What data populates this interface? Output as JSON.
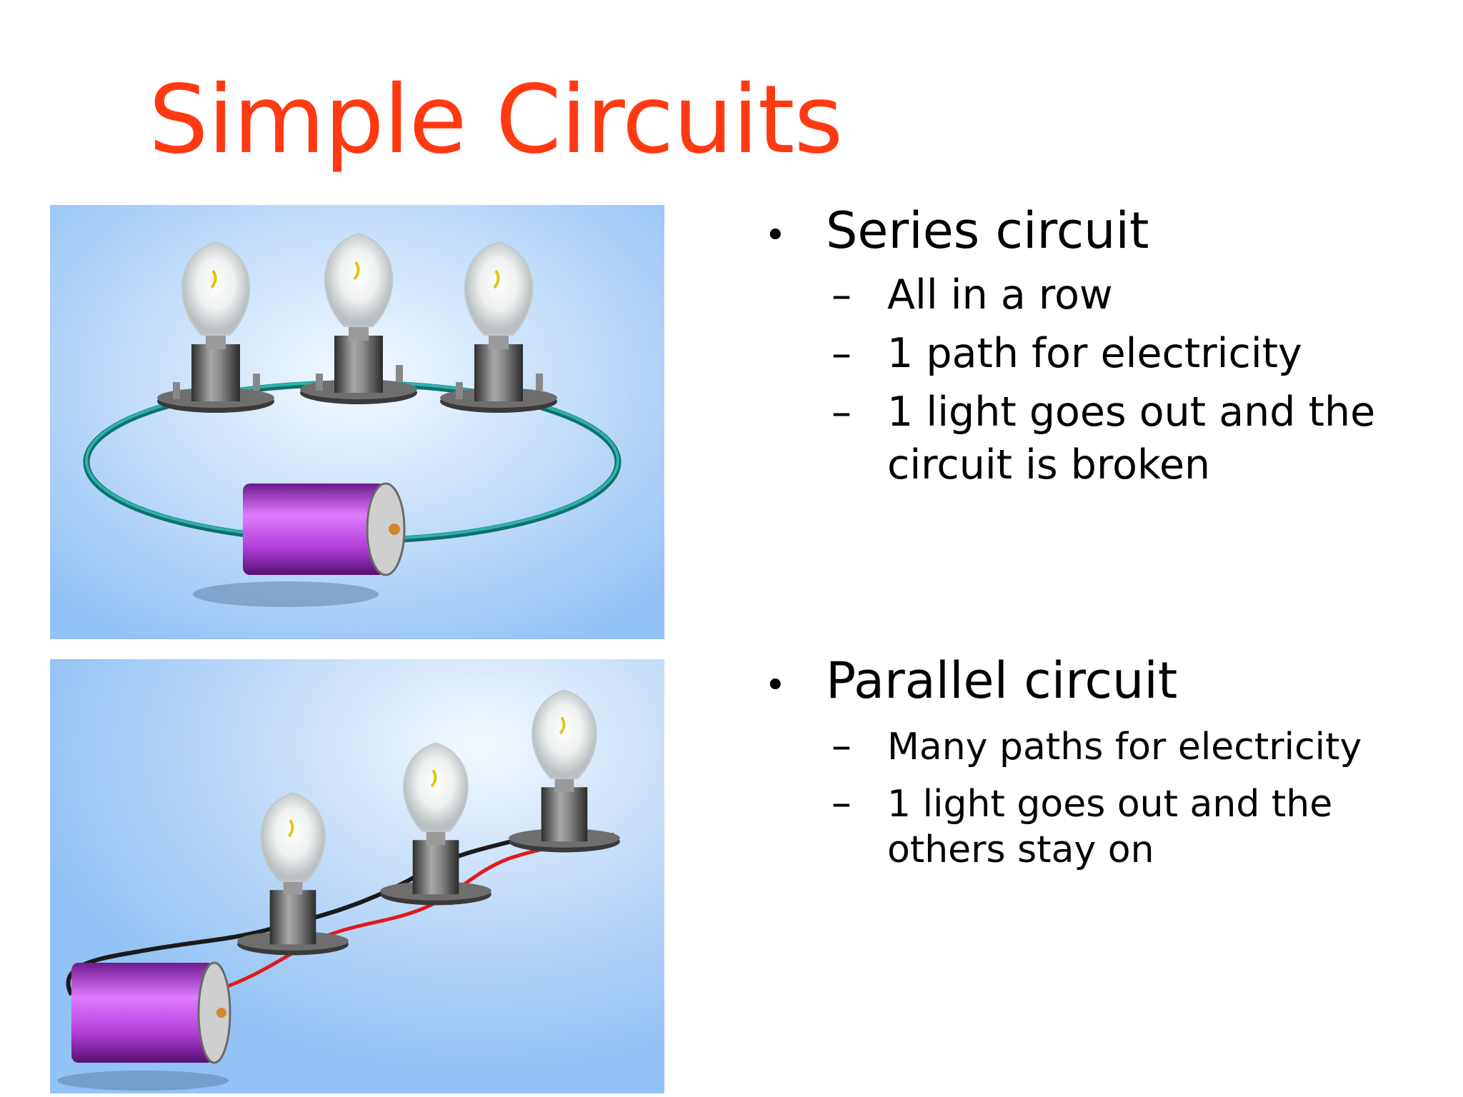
{
  "slide": {
    "title": "Simple Circuits",
    "colors": {
      "title": "#ff3a12",
      "panel_sky": "#9ec8f5",
      "battery": "#a83ad0",
      "series_wire": "#1e9c98",
      "parallel_wire_red": "#e0191c",
      "parallel_wire_black": "#1a1a1a"
    }
  },
  "sections": [
    {
      "heading": "Series circuit",
      "bullet": "•",
      "dash": "–",
      "points": [
        "All in a row",
        "1 path for electricity",
        "1 light goes out and the\ncircuit is broken"
      ]
    },
    {
      "heading": "Parallel circuit",
      "bullet": "•",
      "dash": "–",
      "points": [
        "Many paths for electricity",
        "1 light goes out and the\nothers stay on"
      ]
    }
  ],
  "images": {
    "series": {
      "depicts": "three light bulbs and a battery joined in one loop",
      "icon": "series-circuit-illustration"
    },
    "parallel": {
      "depicts": "three light bulbs on parallel branches from a battery",
      "icon": "parallel-circuit-illustration"
    }
  }
}
